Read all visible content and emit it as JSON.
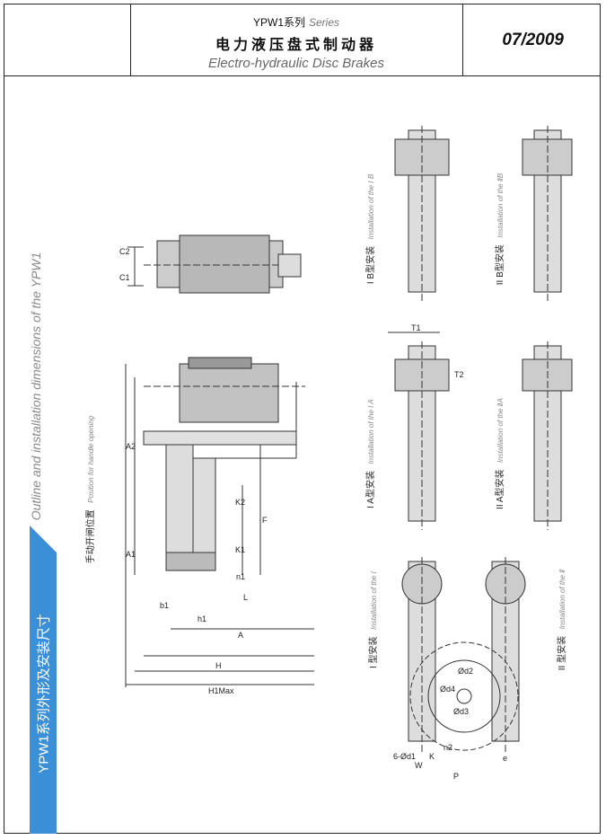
{
  "header": {
    "series_cn": "YPW1系列",
    "series_en": "Series",
    "title_cn": "电力液压盘式制动器",
    "title_en": "Electro-hydraulic  Disc Brakes",
    "date": "07/2009"
  },
  "side": {
    "outline_en": "Outline and installation dimensions of the YPW1",
    "tab_cn": "YPW1系列外形及安装尺寸"
  },
  "handle": {
    "cn": "手动开闸位置",
    "en": "Position for handle opening"
  },
  "installs": [
    {
      "cn": "I B型安装",
      "en": "Installation of the Ⅰ B"
    },
    {
      "cn": "II B型安装",
      "en": "Installation of the ⅡB"
    },
    {
      "cn": "I A型安装",
      "en": "Installation of the Ⅰ A"
    },
    {
      "cn": "II A型安装",
      "en": "Installation of the ⅡA"
    },
    {
      "cn": "I 型安装",
      "en": "Installation of the Ⅰ"
    },
    {
      "cn": "II 型安装",
      "en": "Installation of the Ⅱ"
    }
  ],
  "dims": {
    "c1": "C1",
    "c2": "C2",
    "a1": "A1",
    "a2": "A2",
    "k1": "K1",
    "k2": "K2",
    "f": "F",
    "n1": "n1",
    "b1": "b1",
    "h1": "h1",
    "a": "A",
    "h": "H",
    "h1max": "H1Max",
    "t1": "T1",
    "t2": "T2",
    "d1": "6-Ød1",
    "w": "W",
    "k": "K",
    "n2": "n2",
    "p": "P",
    "e": "e",
    "d2": "Ød2",
    "d3": "Ød3",
    "d4": "Ød4",
    "l": "L"
  }
}
